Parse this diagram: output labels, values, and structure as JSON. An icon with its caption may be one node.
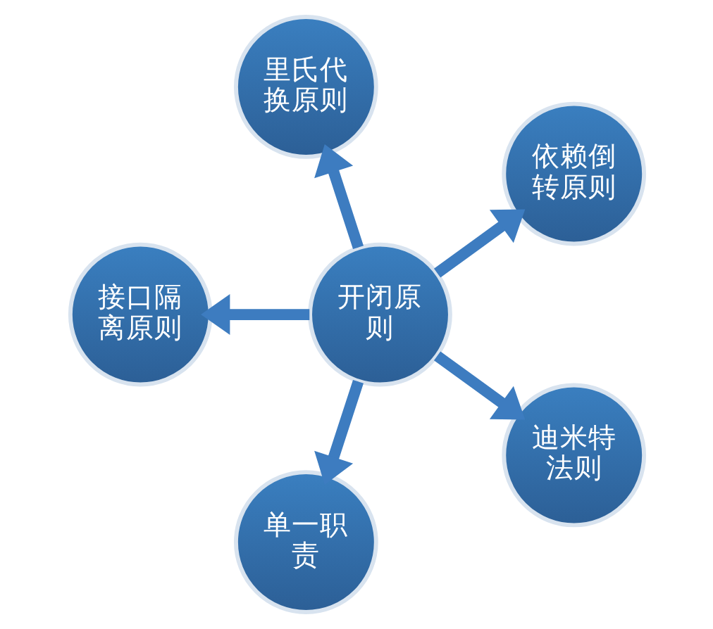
{
  "diagram": {
    "nodes": [
      {
        "text": [
          "开闭原则"
        ]
      },
      {
        "text": [
          "依赖倒转原则"
        ]
      },
      {
        "text": [
          "里氏代换原则"
        ]
      },
      {
        "text": [
          "接口隔离原则"
        ]
      },
      {
        "text": [
          "单一职责"
        ]
      },
      {
        "text": [
          "迪米特法则"
        ]
      }
    ],
    "edges": [
      {
        "from": 0,
        "to": 1,
        "arrow": "to"
      },
      {
        "from": 0,
        "to": 2,
        "arrow": "to"
      },
      {
        "from": 0,
        "to": 3,
        "arrow": "to"
      },
      {
        "from": 0,
        "to": 4,
        "arrow": "to"
      },
      {
        "from": 0,
        "to": 5,
        "arrow": "to"
      }
    ]
  }
}
